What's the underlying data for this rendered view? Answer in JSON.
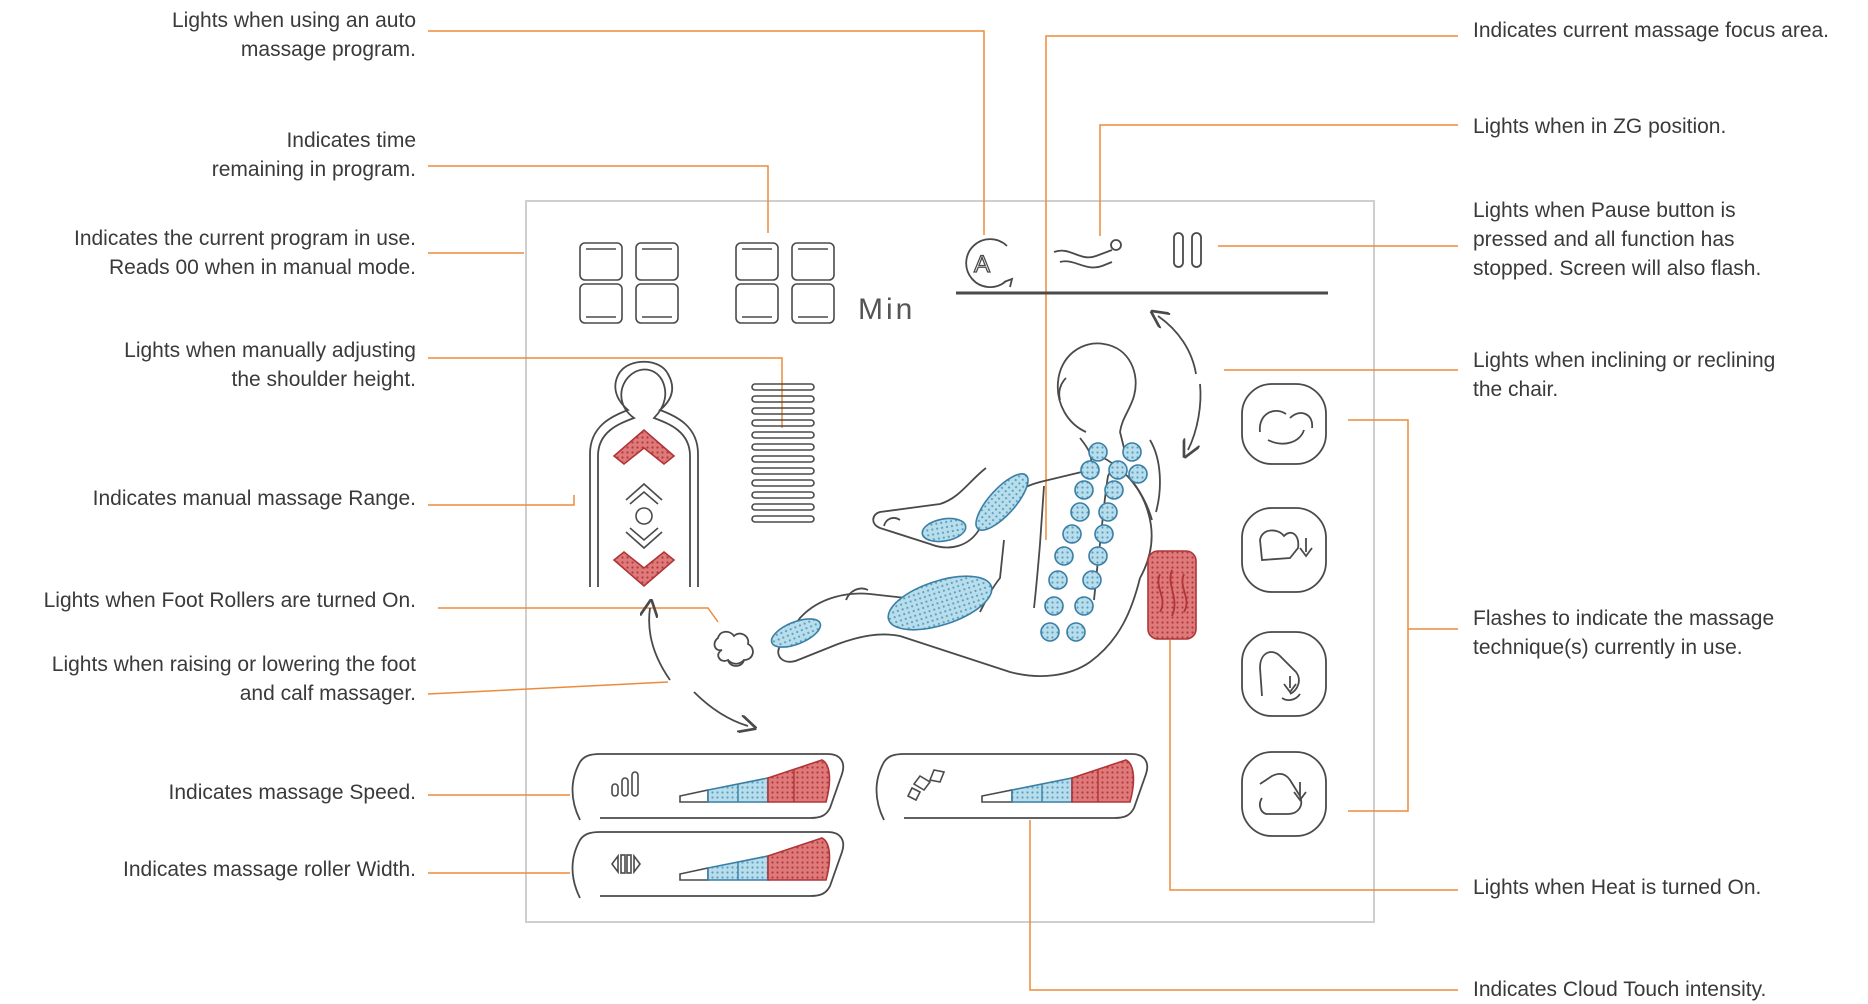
{
  "colors": {
    "leader": "#ee8b3a",
    "outline": "#4a4a4a",
    "panel_border": "#cfcfcf",
    "blue_fill": "#a9d6e6",
    "blue_stroke": "#3b7fa6",
    "red_fill": "#d9686a",
    "red_stroke": "#b03537"
  },
  "display": {
    "min_unit": "Min",
    "auto_letter": "A"
  },
  "callouts": {
    "auto_program": [
      "Lights when using an auto",
      "massage program."
    ],
    "time_remaining": [
      "Indicates time",
      "remaining in program."
    ],
    "current_program": [
      "Indicates the current program in use.",
      "Reads 00 when in manual mode."
    ],
    "shoulder_height": [
      "Lights when manually adjusting",
      "the shoulder height."
    ],
    "manual_range": [
      "Indicates manual massage Range."
    ],
    "foot_rollers": [
      "Lights when Foot Rollers are turned On."
    ],
    "foot_calf": [
      "Lights when raising or lowering the foot",
      "and calf massager."
    ],
    "speed": [
      "Indicates massage Speed."
    ],
    "width": [
      "Indicates massage roller Width."
    ],
    "focus_area": [
      "Indicates current massage focus area."
    ],
    "zg_position": [
      "Lights when in ZG position."
    ],
    "pause": [
      "Lights when Pause button is",
      "pressed and all function has",
      "stopped. Screen will also flash."
    ],
    "incline": [
      "Lights when inclining or reclining",
      "the chair."
    ],
    "technique": [
      "Flashes to indicate the massage",
      "technique(s) currently in use."
    ],
    "heat": [
      "Lights when Heat is turned On."
    ],
    "cloud_touch": [
      "Indicates Cloud Touch intensity."
    ]
  }
}
